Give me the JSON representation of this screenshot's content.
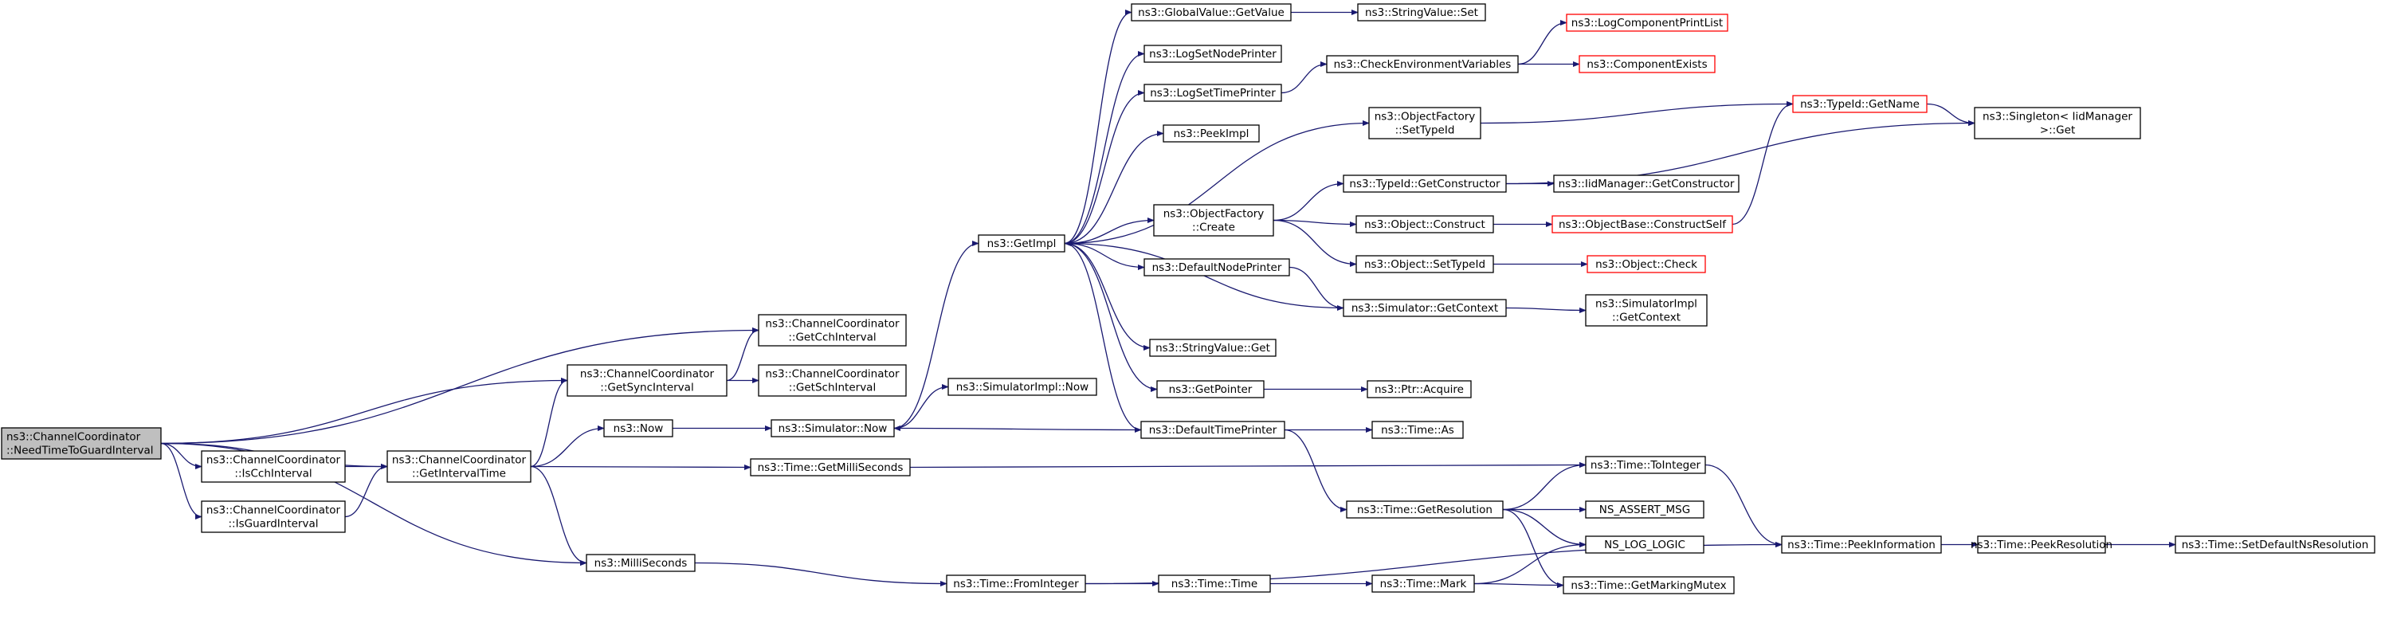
{
  "graph": {
    "nodes": [
      {
        "id": "root",
        "lines": [
          "ns3::ChannelCoordinator",
          "::NeedTimeToGuardInterval"
        ],
        "style": "root"
      },
      {
        "id": "isCch",
        "lines": [
          "ns3::ChannelCoordinator",
          "::IsCchInterval"
        ],
        "style": "normal"
      },
      {
        "id": "isGuard",
        "lines": [
          "ns3::ChannelCoordinator",
          "::IsGuardInterval"
        ],
        "style": "normal"
      },
      {
        "id": "getInterval",
        "lines": [
          "ns3::ChannelCoordinator",
          "::GetIntervalTime"
        ],
        "style": "normal"
      },
      {
        "id": "getSync",
        "lines": [
          "ns3::ChannelCoordinator",
          "::GetSyncInterval"
        ],
        "style": "normal"
      },
      {
        "id": "getCch",
        "lines": [
          "ns3::ChannelCoordinator",
          "::GetCchInterval"
        ],
        "style": "normal"
      },
      {
        "id": "getSch",
        "lines": [
          "ns3::ChannelCoordinator",
          "::GetSchInterval"
        ],
        "style": "normal"
      },
      {
        "id": "now",
        "lines": [
          "ns3::Now"
        ],
        "style": "normal"
      },
      {
        "id": "milli",
        "lines": [
          "ns3::MilliSeconds"
        ],
        "style": "normal"
      },
      {
        "id": "simNow",
        "lines": [
          "ns3::Simulator::Now"
        ],
        "style": "normal"
      },
      {
        "id": "getMilli",
        "lines": [
          "ns3::Time::GetMilliSeconds"
        ],
        "style": "normal"
      },
      {
        "id": "simImplNow",
        "lines": [
          "ns3::SimulatorImpl::Now"
        ],
        "style": "normal"
      },
      {
        "id": "getImpl",
        "lines": [
          "ns3::GetImpl"
        ],
        "style": "normal"
      },
      {
        "id": "fromInt",
        "lines": [
          "ns3::Time::FromInteger"
        ],
        "style": "normal"
      },
      {
        "id": "globalGet",
        "lines": [
          "ns3::GlobalValue::GetValue"
        ],
        "style": "normal"
      },
      {
        "id": "logNode",
        "lines": [
          "ns3::LogSetNodePrinter"
        ],
        "style": "normal"
      },
      {
        "id": "logTime",
        "lines": [
          "ns3::LogSetTimePrinter"
        ],
        "style": "normal"
      },
      {
        "id": "peekImpl",
        "lines": [
          "ns3::PeekImpl"
        ],
        "style": "normal"
      },
      {
        "id": "ofCreate",
        "lines": [
          "ns3::ObjectFactory",
          "::Create"
        ],
        "style": "normal"
      },
      {
        "id": "defNode",
        "lines": [
          "ns3::DefaultNodePrinter"
        ],
        "style": "normal"
      },
      {
        "id": "strGet",
        "lines": [
          "ns3::StringValue::Get"
        ],
        "style": "normal"
      },
      {
        "id": "getPtr",
        "lines": [
          "ns3::GetPointer"
        ],
        "style": "normal"
      },
      {
        "id": "defTime",
        "lines": [
          "ns3::DefaultTimePrinter"
        ],
        "style": "normal"
      },
      {
        "id": "timeTime",
        "lines": [
          "ns3::Time::Time"
        ],
        "style": "normal"
      },
      {
        "id": "strSet",
        "lines": [
          "ns3::StringValue::Set"
        ],
        "style": "normal"
      },
      {
        "id": "checkEnv",
        "lines": [
          "ns3::CheckEnvironmentVariables"
        ],
        "style": "normal"
      },
      {
        "id": "ofSetType",
        "lines": [
          "ns3::ObjectFactory",
          "::SetTypeId"
        ],
        "style": "normal"
      },
      {
        "id": "tidGetCons",
        "lines": [
          "ns3::TypeId::GetConstructor"
        ],
        "style": "normal"
      },
      {
        "id": "objConstruct",
        "lines": [
          "ns3::Object::Construct"
        ],
        "style": "normal"
      },
      {
        "id": "objSetType",
        "lines": [
          "ns3::Object::SetTypeId"
        ],
        "style": "normal"
      },
      {
        "id": "simGetCtx",
        "lines": [
          "ns3::Simulator::GetContext"
        ],
        "style": "normal"
      },
      {
        "id": "ptrAcquire",
        "lines": [
          "ns3::Ptr::Acquire"
        ],
        "style": "normal"
      },
      {
        "id": "timeAs",
        "lines": [
          "ns3::Time::As"
        ],
        "style": "normal"
      },
      {
        "id": "getRes",
        "lines": [
          "ns3::Time::GetResolution"
        ],
        "style": "normal"
      },
      {
        "id": "timeMark",
        "lines": [
          "ns3::Time::Mark"
        ],
        "style": "normal"
      },
      {
        "id": "logPrintList",
        "lines": [
          "ns3::LogComponentPrintList"
        ],
        "style": "red"
      },
      {
        "id": "compExists",
        "lines": [
          "ns3::ComponentExists"
        ],
        "style": "red"
      },
      {
        "id": "tidGetName",
        "lines": [
          "ns3::TypeId::GetName"
        ],
        "style": "red"
      },
      {
        "id": "iidGetCons",
        "lines": [
          "ns3::IidManager::GetConstructor"
        ],
        "style": "normal"
      },
      {
        "id": "objBaseConstruct",
        "lines": [
          "ns3::ObjectBase::ConstructSelf"
        ],
        "style": "red"
      },
      {
        "id": "objCheck",
        "lines": [
          "ns3::Object::Check"
        ],
        "style": "red"
      },
      {
        "id": "simImplGetCtx",
        "lines": [
          "ns3::SimulatorImpl",
          "::GetContext"
        ],
        "style": "normal"
      },
      {
        "id": "toInteger",
        "lines": [
          "ns3::Time::ToInteger"
        ],
        "style": "normal"
      },
      {
        "id": "assertMsg",
        "lines": [
          "NS_ASSERT_MSG"
        ],
        "style": "normal"
      },
      {
        "id": "logLogic",
        "lines": [
          "NS_LOG_LOGIC"
        ],
        "style": "normal"
      },
      {
        "id": "getMarkMutex",
        "lines": [
          "ns3::Time::GetMarkingMutex"
        ],
        "style": "normal"
      },
      {
        "id": "singleton",
        "lines": [
          "ns3::Singleton< IidManager",
          " >::Get"
        ],
        "style": "normal"
      },
      {
        "id": "peekInfo",
        "lines": [
          "ns3::Time::PeekInformation"
        ],
        "style": "normal"
      },
      {
        "id": "peekRes",
        "lines": [
          "ns3::Time::PeekResolution"
        ],
        "style": "normal"
      },
      {
        "id": "setDefRes",
        "lines": [
          "ns3::Time::SetDefaultNsResolution"
        ],
        "style": "normal"
      }
    ],
    "edges": [
      [
        "root",
        "getCch"
      ],
      [
        "root",
        "getSync"
      ],
      [
        "root",
        "isCch"
      ],
      [
        "root",
        "getInterval"
      ],
      [
        "root",
        "isGuard"
      ],
      [
        "root",
        "milli"
      ],
      [
        "isCch",
        "getInterval"
      ],
      [
        "isGuard",
        "getInterval"
      ],
      [
        "getInterval",
        "getSync"
      ],
      [
        "getInterval",
        "now"
      ],
      [
        "getInterval",
        "getMilli"
      ],
      [
        "getInterval",
        "milli"
      ],
      [
        "getSync",
        "getCch"
      ],
      [
        "getSync",
        "getSch"
      ],
      [
        "now",
        "simNow"
      ],
      [
        "simNow",
        "getImpl"
      ],
      [
        "simNow",
        "simImplNow"
      ],
      [
        "getMilli",
        "toInteger"
      ],
      [
        "milli",
        "fromInt"
      ],
      [
        "getImpl",
        "globalGet"
      ],
      [
        "getImpl",
        "logNode"
      ],
      [
        "getImpl",
        "logTime"
      ],
      [
        "getImpl",
        "peekImpl"
      ],
      [
        "getImpl",
        "ofSetType"
      ],
      [
        "getImpl",
        "ofCreate"
      ],
      [
        "getImpl",
        "defNode"
      ],
      [
        "getImpl",
        "strGet"
      ],
      [
        "getImpl",
        "getPtr"
      ],
      [
        "getImpl",
        "defTime"
      ],
      [
        "fromInt",
        "timeTime"
      ],
      [
        "fromInt",
        "peekInfo"
      ],
      [
        "globalGet",
        "strSet"
      ],
      [
        "logTime",
        "checkEnv"
      ],
      [
        "ofCreate",
        "tidGetCons"
      ],
      [
        "ofCreate",
        "objConstruct"
      ],
      [
        "ofCreate",
        "objSetType"
      ],
      [
        "defNode",
        "simGetCtx"
      ],
      [
        "getPtr",
        "ptrAcquire"
      ],
      [
        "defTime",
        "simNow"
      ],
      [
        "defTime",
        "timeAs"
      ],
      [
        "defTime",
        "getRes"
      ],
      [
        "timeTime",
        "timeMark"
      ],
      [
        "checkEnv",
        "logPrintList"
      ],
      [
        "checkEnv",
        "compExists"
      ],
      [
        "ofSetType",
        "tidGetName"
      ],
      [
        "tidGetCons",
        "iidGetCons"
      ],
      [
        "tidGetCons",
        "singleton"
      ],
      [
        "objConstruct",
        "objBaseConstruct"
      ],
      [
        "objSetType",
        "objCheck"
      ],
      [
        "simGetCtx",
        "simImplGetCtx"
      ],
      [
        "simGetCtx",
        "getImpl"
      ],
      [
        "getRes",
        "toInteger"
      ],
      [
        "getRes",
        "assertMsg"
      ],
      [
        "getRes",
        "logLogic"
      ],
      [
        "getRes",
        "getMarkMutex"
      ],
      [
        "timeMark",
        "logLogic"
      ],
      [
        "timeMark",
        "getMarkMutex"
      ],
      [
        "objBaseConstruct",
        "tidGetName"
      ],
      [
        "tidGetName",
        "singleton"
      ],
      [
        "toInteger",
        "peekInfo"
      ],
      [
        "peekInfo",
        "peekRes"
      ],
      [
        "peekRes",
        "setDefRes"
      ]
    ]
  }
}
